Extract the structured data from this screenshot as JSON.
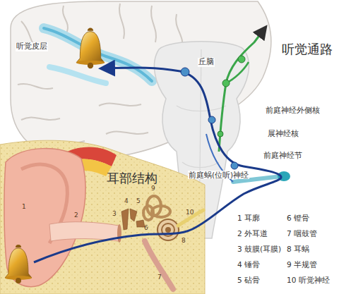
{
  "diagram": {
    "labels": [
      "听觉皮层",
      "丘脑",
      "听觉通路",
      "前庭神经外侧核",
      "展神经核",
      "前庭神经节",
      "前庭蜗(位听)神经",
      "耳部结构",
      "1",
      "2",
      "3",
      "4",
      "5",
      "6",
      "7",
      "8",
      "9",
      "10",
      "1 耳廓",
      "2 外耳道",
      "3 鼓膜(耳膜)",
      "4 锤骨",
      "5 砧骨",
      "6 镫骨",
      "7 咽鼓管",
      "8 耳蜗",
      "9 半规管",
      "10 听觉神经"
    ]
  }
}
